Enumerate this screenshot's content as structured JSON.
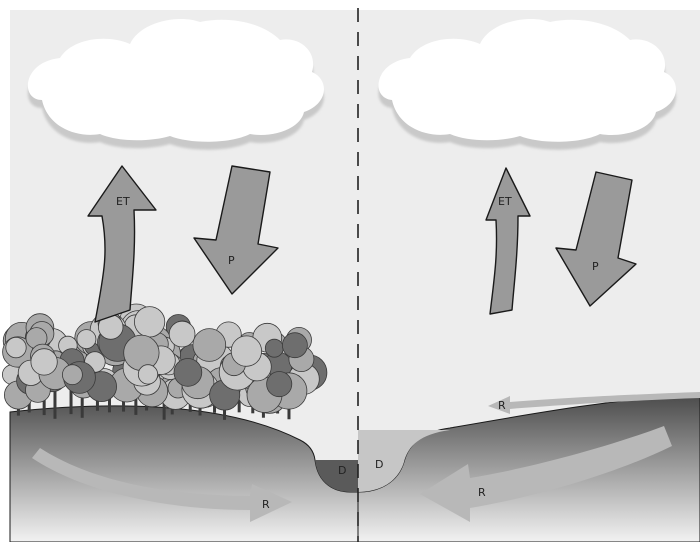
{
  "labels": {
    "et_left": "ET",
    "p_left": "P",
    "r_left": "R",
    "d_left": "D",
    "et_right": "ET",
    "p_right": "P",
    "r_right_upper": "R",
    "r_right_lower": "R",
    "d_right": "D"
  },
  "colors": {
    "sky": "#ededed",
    "cloud": "#ffffff",
    "cloud_shadow": "#c9c9c9",
    "arrow_fill": "#9a9a9a",
    "arrow_stroke": "#1a1a1a",
    "ground_top": "#4a4a4a",
    "ground_bottom": "#f2f2f2",
    "runoff_arrow": "#b8b8b8",
    "tree_dark": "#6e6e6e",
    "tree_mid": "#a9a9a9",
    "tree_light": "#c8c8c8",
    "water_left": "#5a5a5a",
    "water_right": "#c6c6c6",
    "divider": "#222222"
  }
}
